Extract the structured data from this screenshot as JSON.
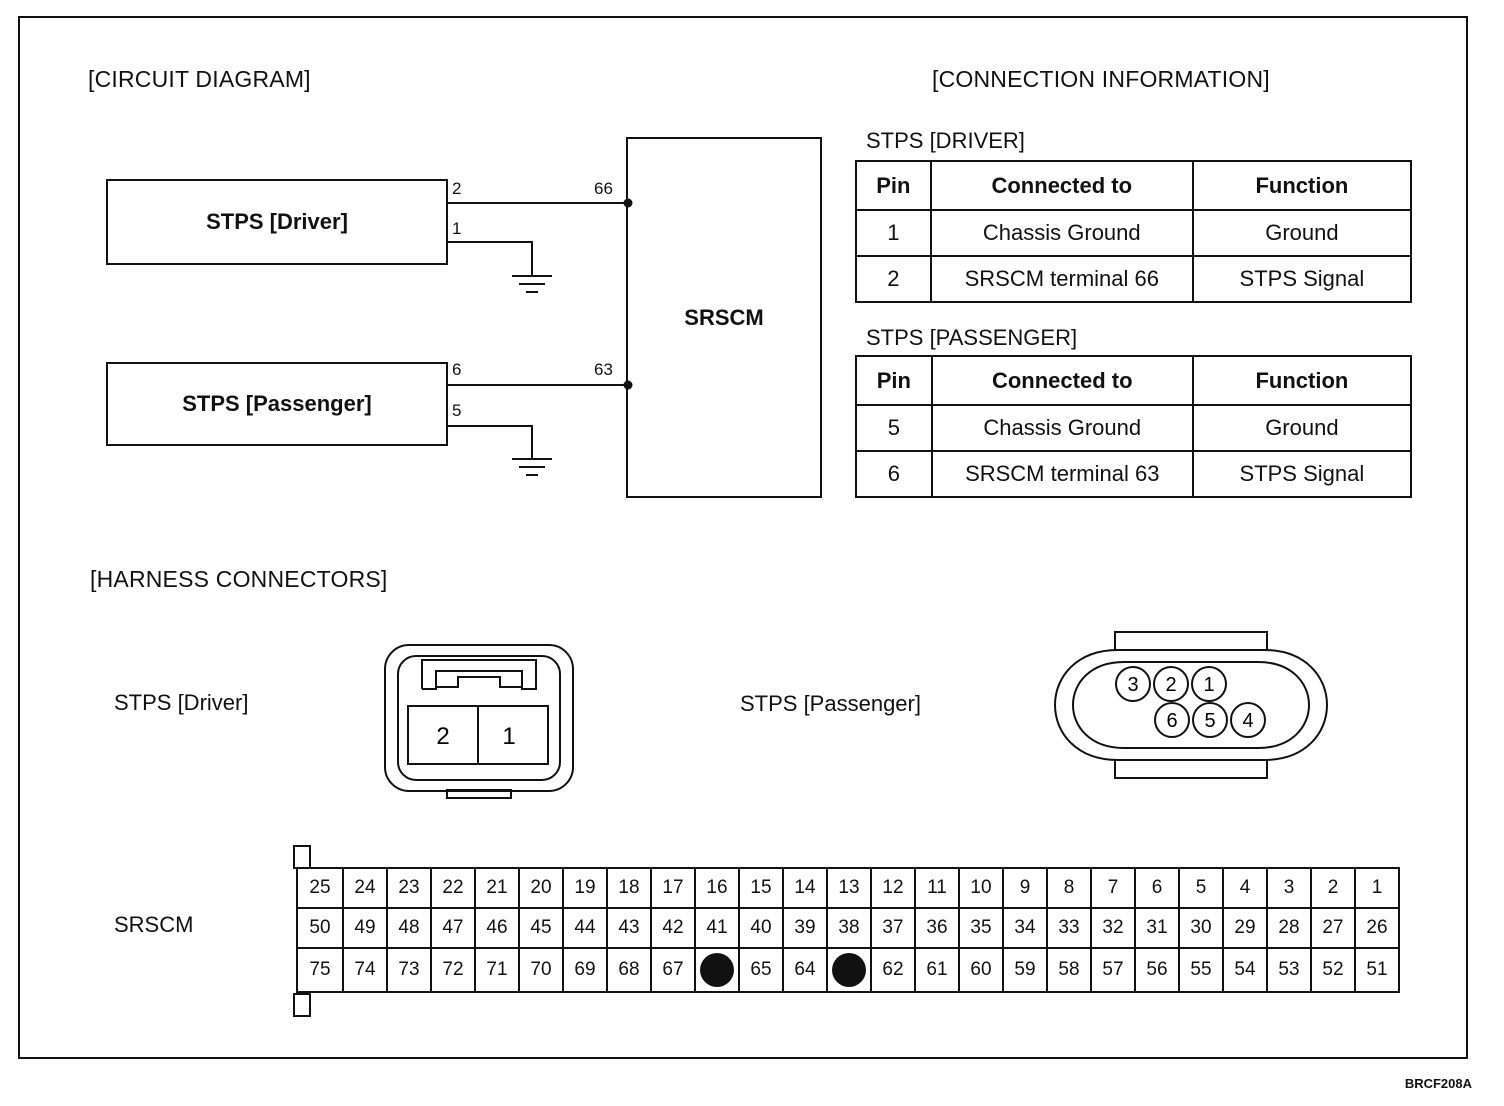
{
  "headings": {
    "circuit": "[CIRCUIT DIAGRAM]",
    "connection": "[CONNECTION INFORMATION]",
    "harness": "[HARNESS CONNECTORS]"
  },
  "circuit": {
    "driver_box": "STPS [Driver]",
    "passenger_box": "STPS [Passenger]",
    "module_box": "SRSCM",
    "driver_pins": {
      "signal": "2",
      "ground": "1",
      "module": "66"
    },
    "passenger_pins": {
      "signal": "6",
      "ground": "5",
      "module": "63"
    }
  },
  "tables": [
    {
      "title": "STPS [DRIVER]",
      "headers": [
        "Pin",
        "Connected to",
        "Function"
      ],
      "rows": [
        [
          "1",
          "Chassis Ground",
          "Ground"
        ],
        [
          "2",
          "SRSCM terminal 66",
          "STPS Signal"
        ]
      ]
    },
    {
      "title": "STPS [PASSENGER]",
      "headers": [
        "Pin",
        "Connected to",
        "Function"
      ],
      "rows": [
        [
          "5",
          "Chassis Ground",
          "Ground"
        ],
        [
          "6",
          "SRSCM terminal 63",
          "STPS Signal"
        ]
      ]
    }
  ],
  "harness": {
    "driver_label": "STPS [Driver]",
    "driver_pins": [
      "2",
      "1"
    ],
    "passenger_label": "STPS [Passenger]",
    "passenger_pins_top": [
      "3",
      "2",
      "1"
    ],
    "passenger_pins_bottom": [
      "6",
      "5",
      "4"
    ],
    "srscm_label": "SRSCM",
    "srscm_rows": [
      [
        "25",
        "24",
        "23",
        "22",
        "21",
        "20",
        "19",
        "18",
        "17",
        "16",
        "15",
        "14",
        "13",
        "12",
        "11",
        "10",
        "9",
        "8",
        "7",
        "6",
        "5",
        "4",
        "3",
        "2",
        "1"
      ],
      [
        "50",
        "49",
        "48",
        "47",
        "46",
        "45",
        "44",
        "43",
        "42",
        "41",
        "40",
        "39",
        "38",
        "37",
        "36",
        "35",
        "34",
        "33",
        "32",
        "31",
        "30",
        "29",
        "28",
        "27",
        "26"
      ],
      [
        "75",
        "74",
        "73",
        "72",
        "71",
        "70",
        "69",
        "68",
        "67",
        "",
        "65",
        "64",
        "",
        "62",
        "61",
        "60",
        "59",
        "58",
        "57",
        "56",
        "55",
        "54",
        "53",
        "52",
        "51"
      ]
    ],
    "filled_pins": [
      "66",
      "63"
    ]
  },
  "footer_code": "BRCF208A"
}
